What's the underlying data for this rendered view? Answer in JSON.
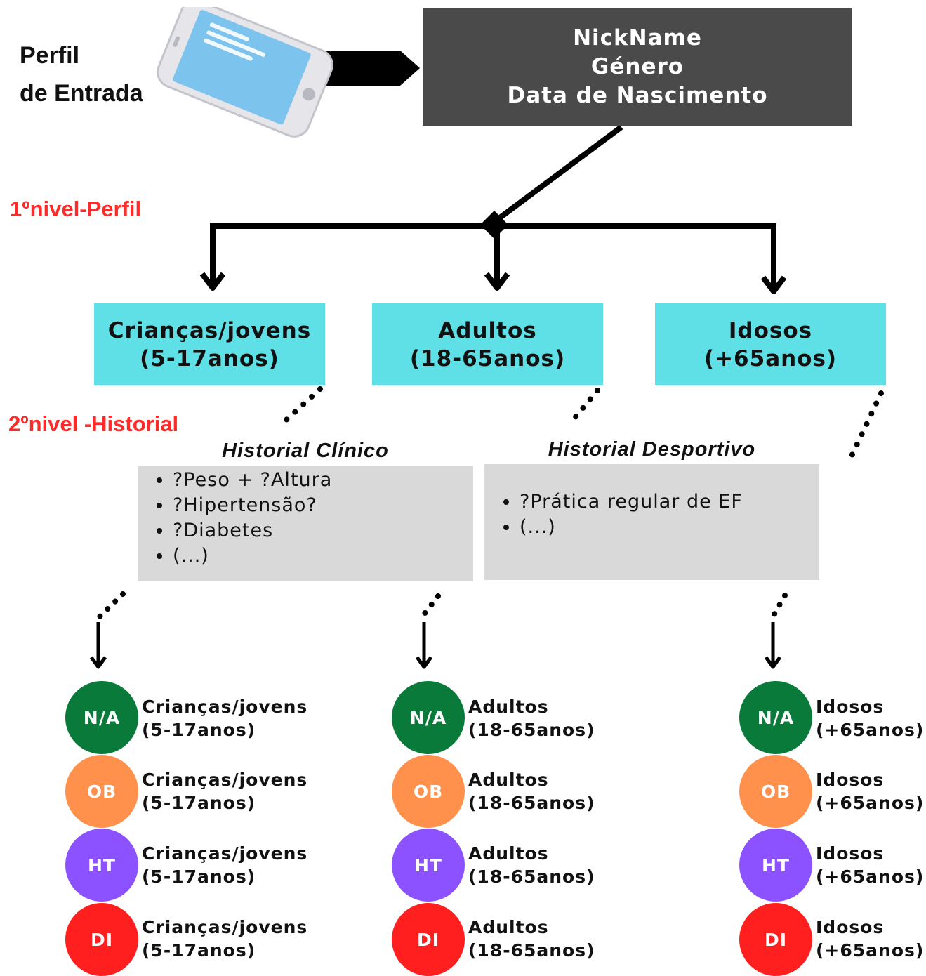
{
  "input_profile": {
    "title_line1": "Perfil",
    "title_line2": "de Entrada",
    "fields": [
      "NickName",
      "Género",
      "Data de Nascimento"
    ]
  },
  "levels": {
    "level1": "1ºnivel-Perfil",
    "level2": "2ºnivel -Historial"
  },
  "groups": [
    {
      "name": "Crianças/jovens",
      "range": "(5-17anos)"
    },
    {
      "name": "Adultos",
      "range": "(18-65anos)"
    },
    {
      "name": "Idosos",
      "range": "(+65anos)"
    }
  ],
  "clinical_history": {
    "title": "Historial Clínico",
    "items": [
      "?Peso + ?Altura",
      "?Hipertensão?",
      "?Diabetes",
      "(...)"
    ]
  },
  "sport_history": {
    "title": "Historial Desportivo",
    "items": [
      "?Prática regular de EF",
      "(...)"
    ]
  },
  "categories": [
    {
      "code": "N/A",
      "color": "#0a7a3a"
    },
    {
      "code": "OB",
      "color": "#ff914d"
    },
    {
      "code": "HT",
      "color": "#8c52ff"
    },
    {
      "code": "DI",
      "color": "#ff1f1f"
    }
  ],
  "result_labels": [
    {
      "name": "Crianças/jovens",
      "range": " (5-17anos)"
    },
    {
      "name": "Adultos",
      "range": "(18-65anos)"
    },
    {
      "name": "Idosos",
      "range": "(+65anos)"
    }
  ],
  "icons": {
    "phone": "smartphone-icon"
  }
}
